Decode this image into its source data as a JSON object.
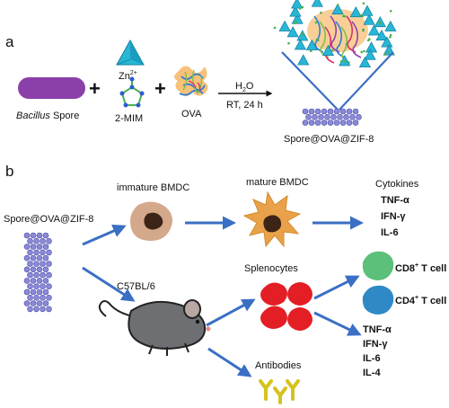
{
  "panel_a": {
    "letter": "a",
    "spore_label_italic": "Bacillus",
    "spore_label_rest": " Spore",
    "zinc_label": "Zn",
    "zinc_superscript": "2+",
    "mim_label": "2-MIM",
    "ova_label": "OVA",
    "plus": "+",
    "arrow_top_label_main": "H",
    "arrow_top_label_sub": "2",
    "arrow_top_label_end": "O",
    "arrow_bottom_label": "RT, 24 h",
    "product_label": "Spore@OVA@ZIF-8"
  },
  "panel_b": {
    "letter": "b",
    "source_label": "Spore@OVA@ZIF-8",
    "immature_label": "immature BMDC",
    "mature_label": "mature BMDC",
    "cytokines_title": "Cytokines",
    "cytokines": [
      "TNF-α",
      "IFN-γ",
      "IL-6"
    ],
    "mouse_label": "C57BL/6",
    "splenocytes_label": "Splenocytes",
    "antibodies_label": "Antibodies",
    "cd8_main": "CD8",
    "cd8_sup": "+",
    "cd8_rest": " T cell",
    "cd4_main": "CD4",
    "cd4_sup": "+",
    "cd4_rest": " T cell",
    "spleen_cytokines": [
      "TNF-α",
      "IFN-γ",
      "IL-6",
      "IL-4"
    ]
  },
  "colors": {
    "spore_purple": "#8b3fa8",
    "zif_blue": "#29b6d6",
    "arrow_blue": "#3a6fc4",
    "immature_tan": "#d4a88a",
    "mature_orange": "#e9a24a",
    "nucleus_brown": "#3c2416",
    "splenocyte_red": "#e41e25",
    "cd8_green": "#5cc07a",
    "cd4_blue": "#2f89c6",
    "antibody_yellow": "#d6c21e",
    "mouse_gray": "#6d6f73",
    "lattice_purple": "#8a8ad8"
  }
}
